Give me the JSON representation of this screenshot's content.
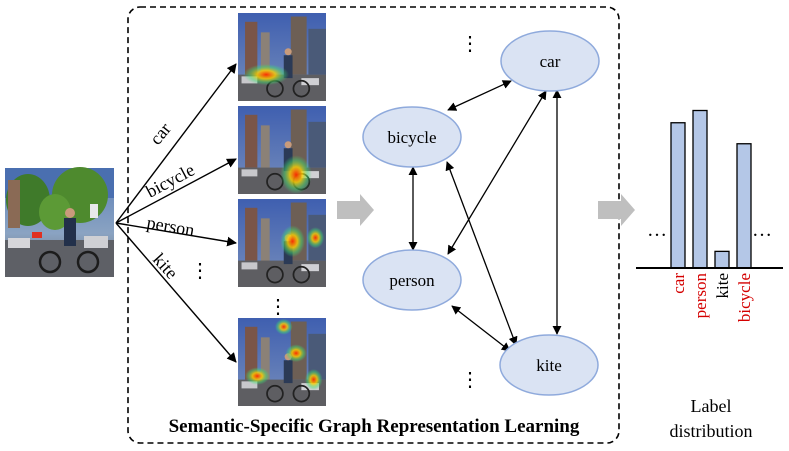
{
  "input_image": {
    "icon": "street-photo-person-on-bicycle"
  },
  "attention_maps": [
    {
      "icon": "attention-map-car"
    },
    {
      "icon": "attention-map-bicycle"
    },
    {
      "icon": "attention-map-person"
    },
    {
      "icon": "attention-map-kite"
    }
  ],
  "edge_labels": {
    "car": "car",
    "bicycle": "bicycle",
    "person": "person",
    "kite": "kite"
  },
  "ellipsis_vertical": "⋮",
  "ellipsis_horizontal": "…",
  "graph_nodes": {
    "car": "car",
    "bicycle": "bicycle",
    "person": "person",
    "kite": "kite"
  },
  "module_caption": "Semantic-Specific Graph Representation Learning",
  "distribution": {
    "caption_line1": "Label",
    "caption_line2": "distribution",
    "active_color": "#d40000",
    "inactive_color": "#000000",
    "bar_fill": "#b4c7e7",
    "bars": [
      {
        "label": "car",
        "value": 0.83,
        "active": true
      },
      {
        "label": "person",
        "value": 0.9,
        "active": true
      },
      {
        "label": "kite",
        "value": 0.095,
        "active": false
      },
      {
        "label": "bicycle",
        "value": 0.71,
        "active": true
      }
    ]
  },
  "colors": {
    "node_fill": "#dae3f3",
    "node_stroke": "#8faadc",
    "arrow_gray": "#bfbfbf"
  }
}
